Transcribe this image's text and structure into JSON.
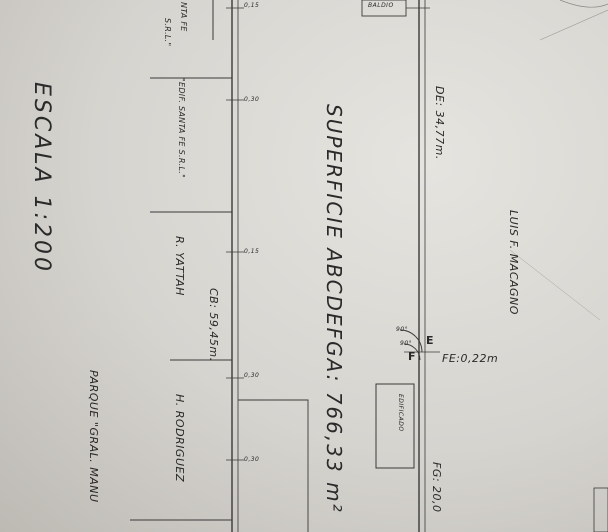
{
  "labels": {
    "scale": "ESCALA 1:200",
    "surface": "SUPERFICIE ABCDEFGA: 766,33 m²",
    "side_de": "DE: 34,77m.",
    "side_cb": "CB: 59,45m.",
    "side_fg": "FG: 20,0",
    "fe": "FE:0,22m",
    "owner_macagno": "LUIS F. MACAGNO",
    "owner_yattah": "R. YATTAH",
    "owner_rodriguez": "H. RODRIGUEZ",
    "edif_santa_fe": "\"EDIF. SANTA FE S.R.L.\"",
    "santa_fe_cut": "NTA FE",
    "srl_cut": "S.R.L.\"",
    "parque": "PARQUE \"GRAL. MANU",
    "edificado": "EDIFICADO",
    "baldio_cut": "BALDIO",
    "dim_1": "0,15",
    "dim_2": "0,30",
    "dim_3": "0,15",
    "dim_4": "0,30",
    "dim_5": "0,30",
    "vertex_e": "E",
    "vertex_f": "F",
    "angle_1": "90°",
    "angle_2": "90°"
  }
}
